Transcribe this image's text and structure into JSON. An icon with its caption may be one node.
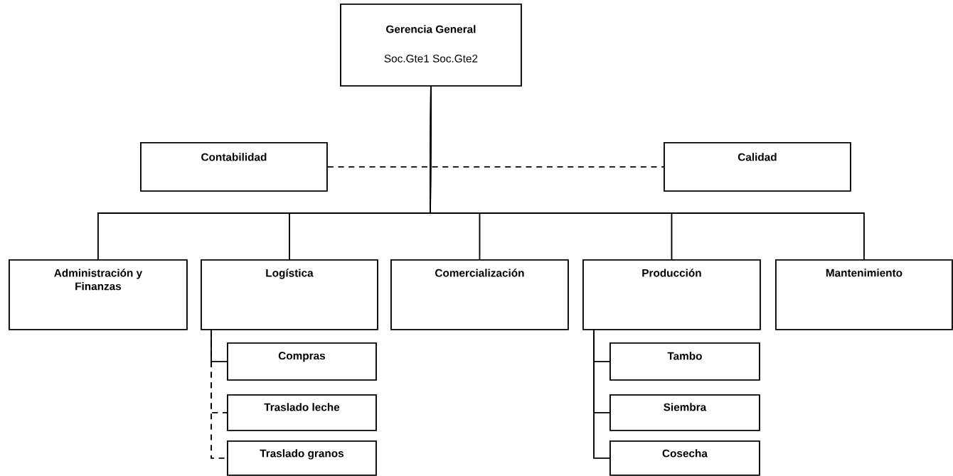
{
  "diagram": {
    "nodes": [
      {
        "text": [
          "Gerencia General",
          "Soc.Gte1 Soc.Gte2"
        ]
      },
      {
        "text": [
          "Contabilidad"
        ]
      },
      {
        "text": [
          "Calidad"
        ]
      },
      {
        "text": [
          "Administración y Finanzas"
        ]
      },
      {
        "text": [
          "Logística"
        ]
      },
      {
        "text": [
          "Comercialización"
        ]
      },
      {
        "text": [
          "Producción"
        ]
      },
      {
        "text": [
          "Mantenimiento"
        ]
      },
      {
        "text": [
          "Compras"
        ]
      },
      {
        "text": [
          "Traslado leche"
        ]
      },
      {
        "text": [
          "Traslado granos"
        ]
      },
      {
        "text": [
          "Tambo"
        ]
      },
      {
        "text": [
          "Siembra"
        ]
      },
      {
        "text": [
          "Cosecha"
        ]
      }
    ],
    "edges": [
      {
        "from": 1,
        "to": 2,
        "arrow": "none",
        "style": "dashed"
      },
      {
        "from": 0,
        "to": 3,
        "arrow": "none"
      },
      {
        "from": 0,
        "to": 4,
        "arrow": "none"
      },
      {
        "from": 0,
        "to": 5,
        "arrow": "none"
      },
      {
        "from": 0,
        "to": 6,
        "arrow": "none"
      },
      {
        "from": 0,
        "to": 7,
        "arrow": "none"
      },
      {
        "from": 4,
        "to": 8,
        "arrow": "none"
      },
      {
        "from": 4,
        "to": 9,
        "arrow": "none",
        "style": "dashed"
      },
      {
        "from": 4,
        "to": 10,
        "arrow": "none",
        "style": "dashed"
      },
      {
        "from": 6,
        "to": 11,
        "arrow": "none"
      },
      {
        "from": 6,
        "to": 12,
        "arrow": "none"
      },
      {
        "from": 6,
        "to": 13,
        "arrow": "none"
      }
    ]
  }
}
